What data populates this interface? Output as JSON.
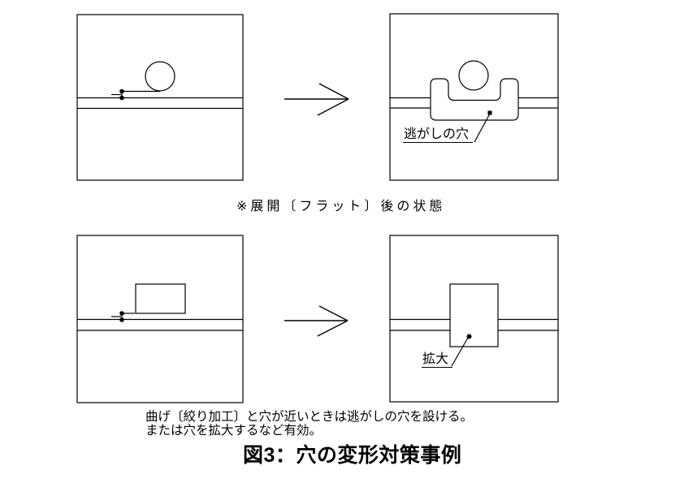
{
  "figure": {
    "title": "図3：穴の変形対策事例",
    "captions": {
      "flat_state": "※展開〔フラット〕後の状態",
      "note_line1": "曲げ〔絞り加工〕と穴が近いときは逃がしの穴を設ける。",
      "note_line2": "または穴を拡大するなど有効。"
    },
    "labels": {
      "relief_hole": "逃がしの穴",
      "enlarge": "拡大"
    },
    "colors": {
      "line": "#000000",
      "background": "#ffffff"
    },
    "icons": {
      "transform_arrow": "right-arrow-icon"
    }
  }
}
